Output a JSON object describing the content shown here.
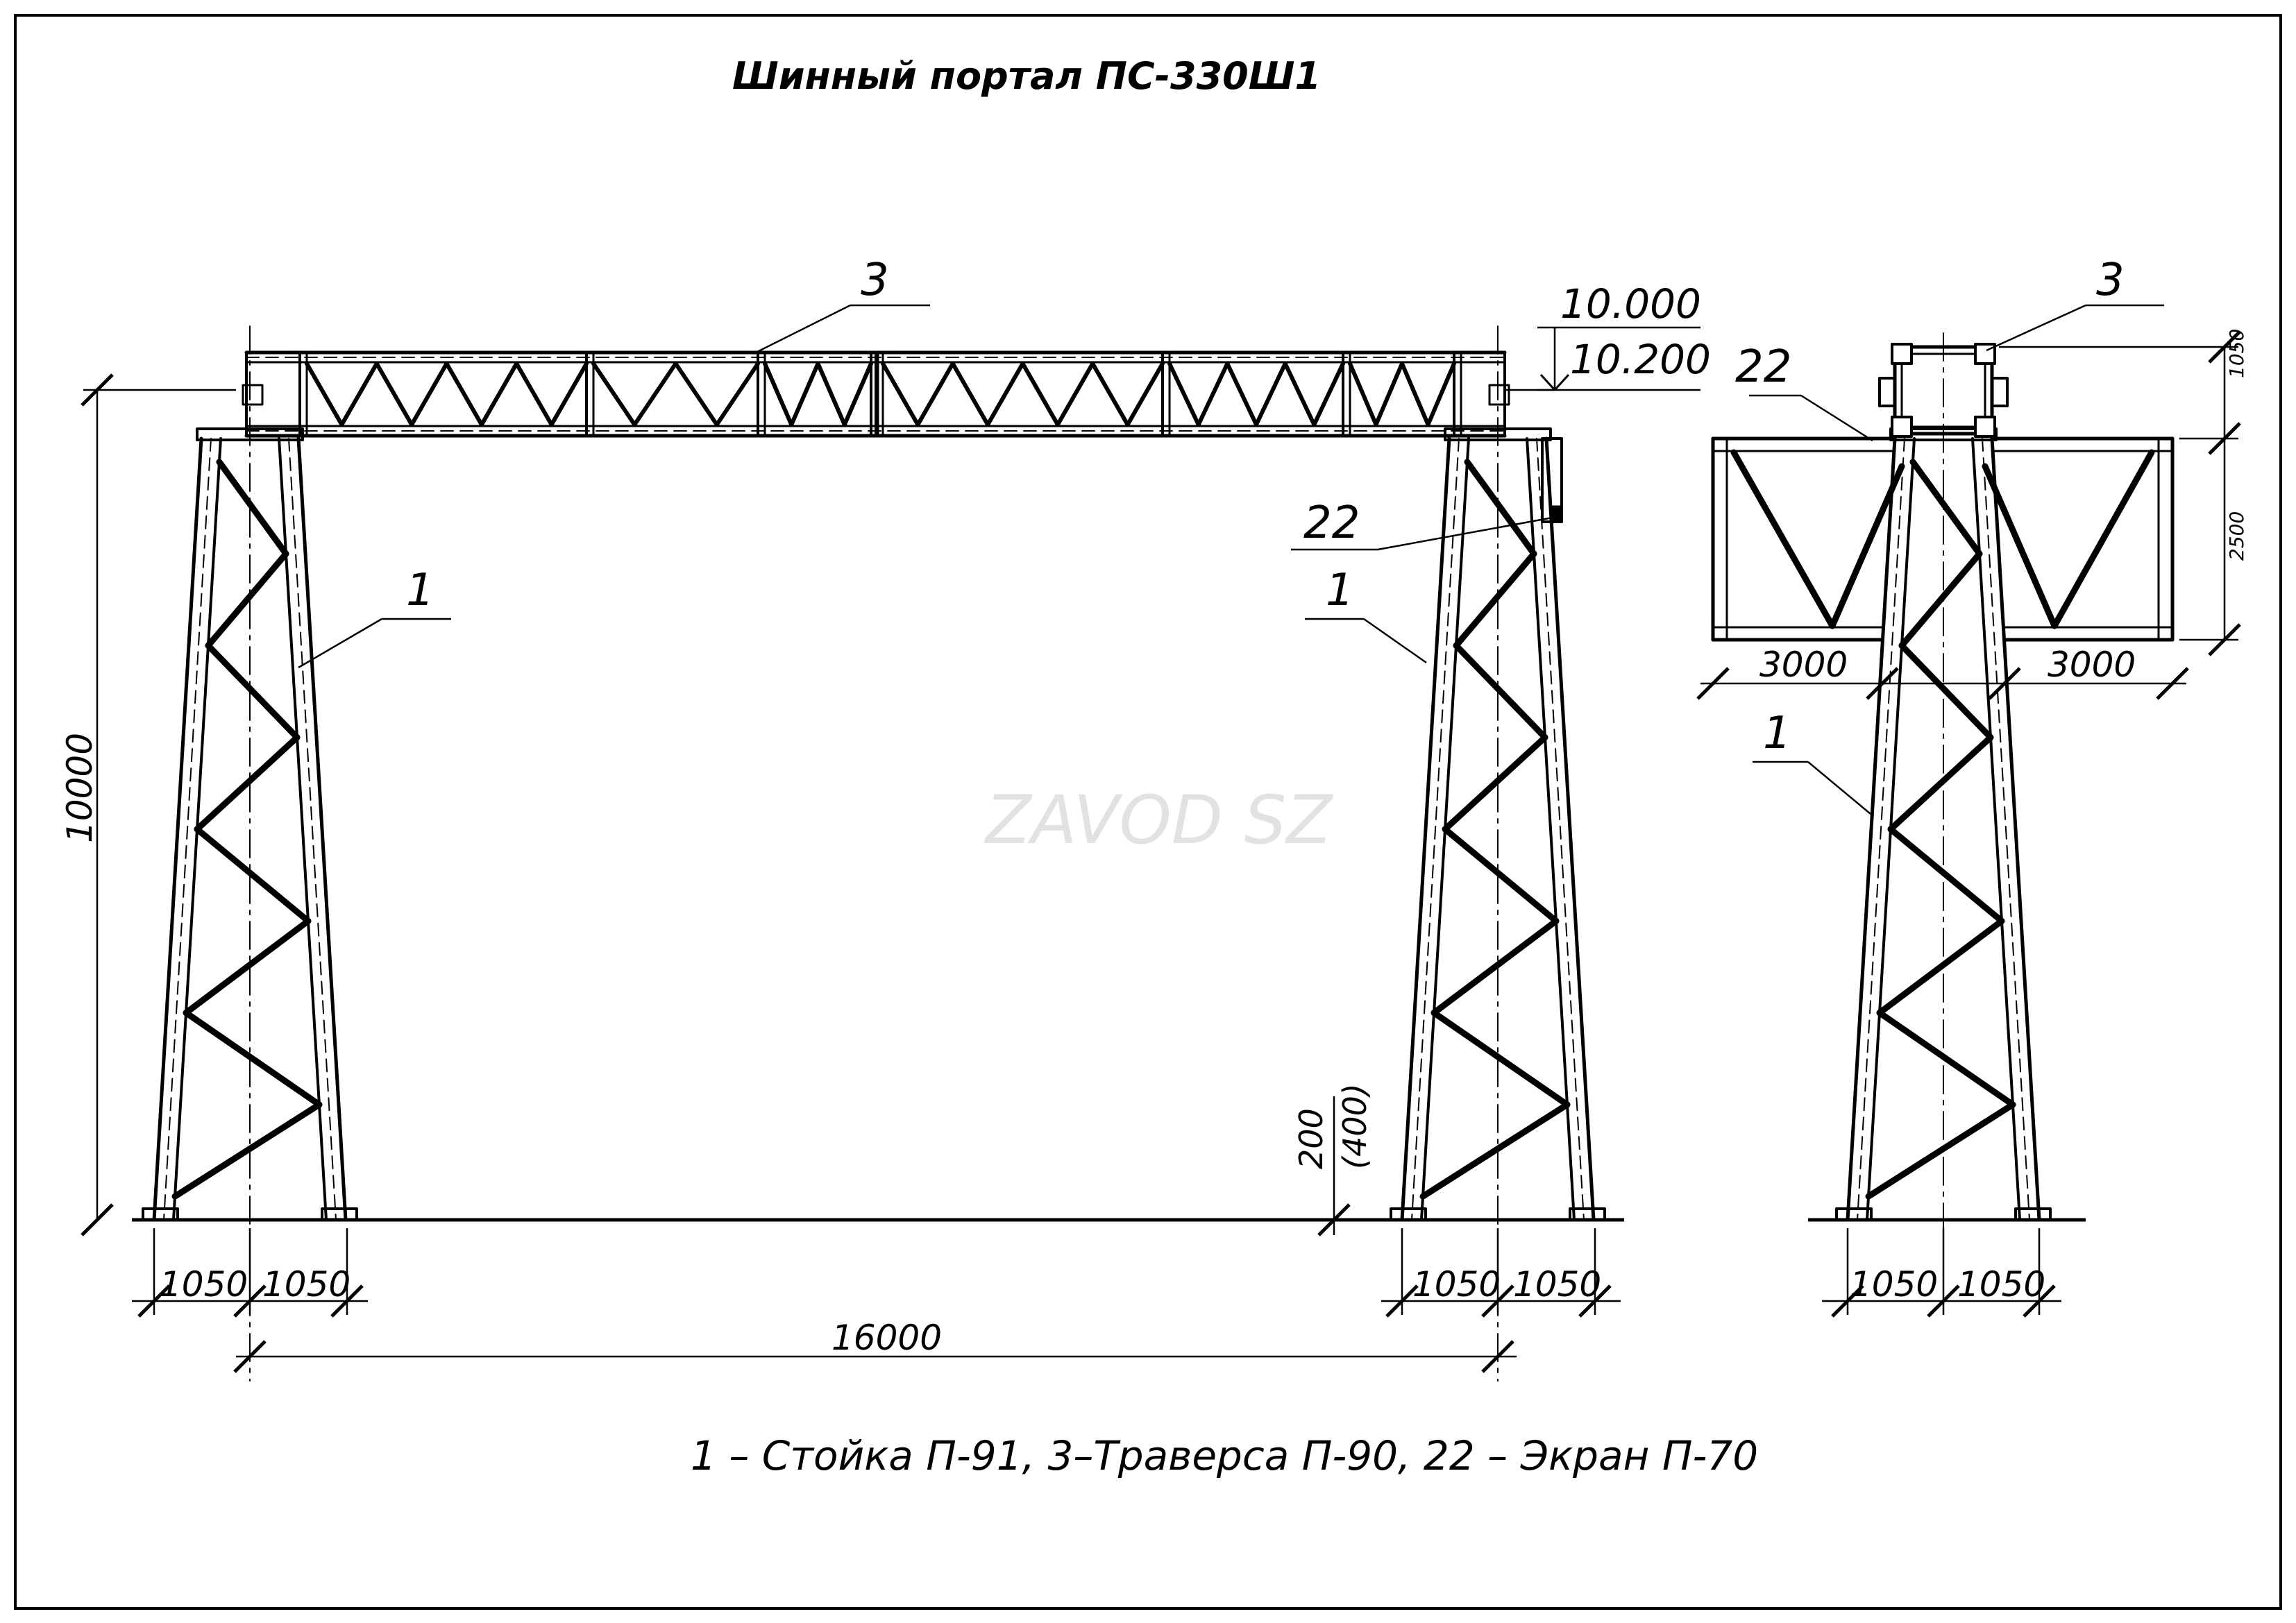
{
  "title": "Шинный портал ПС-330Ш1",
  "legend": "1 – Стойка П-91, 3–Траверса П-90, 22 – Экран П-70",
  "watermark": "ZAVOD SZ",
  "callouts": {
    "front_traverse": "3",
    "front_left_post": "1",
    "front_right_post": "1",
    "front_screen": "22",
    "side_traverse": "3",
    "side_screen": "22",
    "side_post": "1"
  },
  "elevations": {
    "upper": "10.000",
    "lower": "10.200"
  },
  "dimensions": {
    "height": "10000",
    "span": "16000",
    "base_left_a": "1050",
    "base_left_b": "1050",
    "base_right_a": "1050",
    "base_right_b": "1050",
    "base_side_a": "1050",
    "base_side_b": "1050",
    "screen_left": "3000",
    "screen_right": "3000",
    "side_top": "1050",
    "side_screen_height": "2500",
    "foundation": "200",
    "foundation_alt": "(400)"
  },
  "colors": {
    "ink": "#000000",
    "watermark": "#e2e2e2"
  }
}
